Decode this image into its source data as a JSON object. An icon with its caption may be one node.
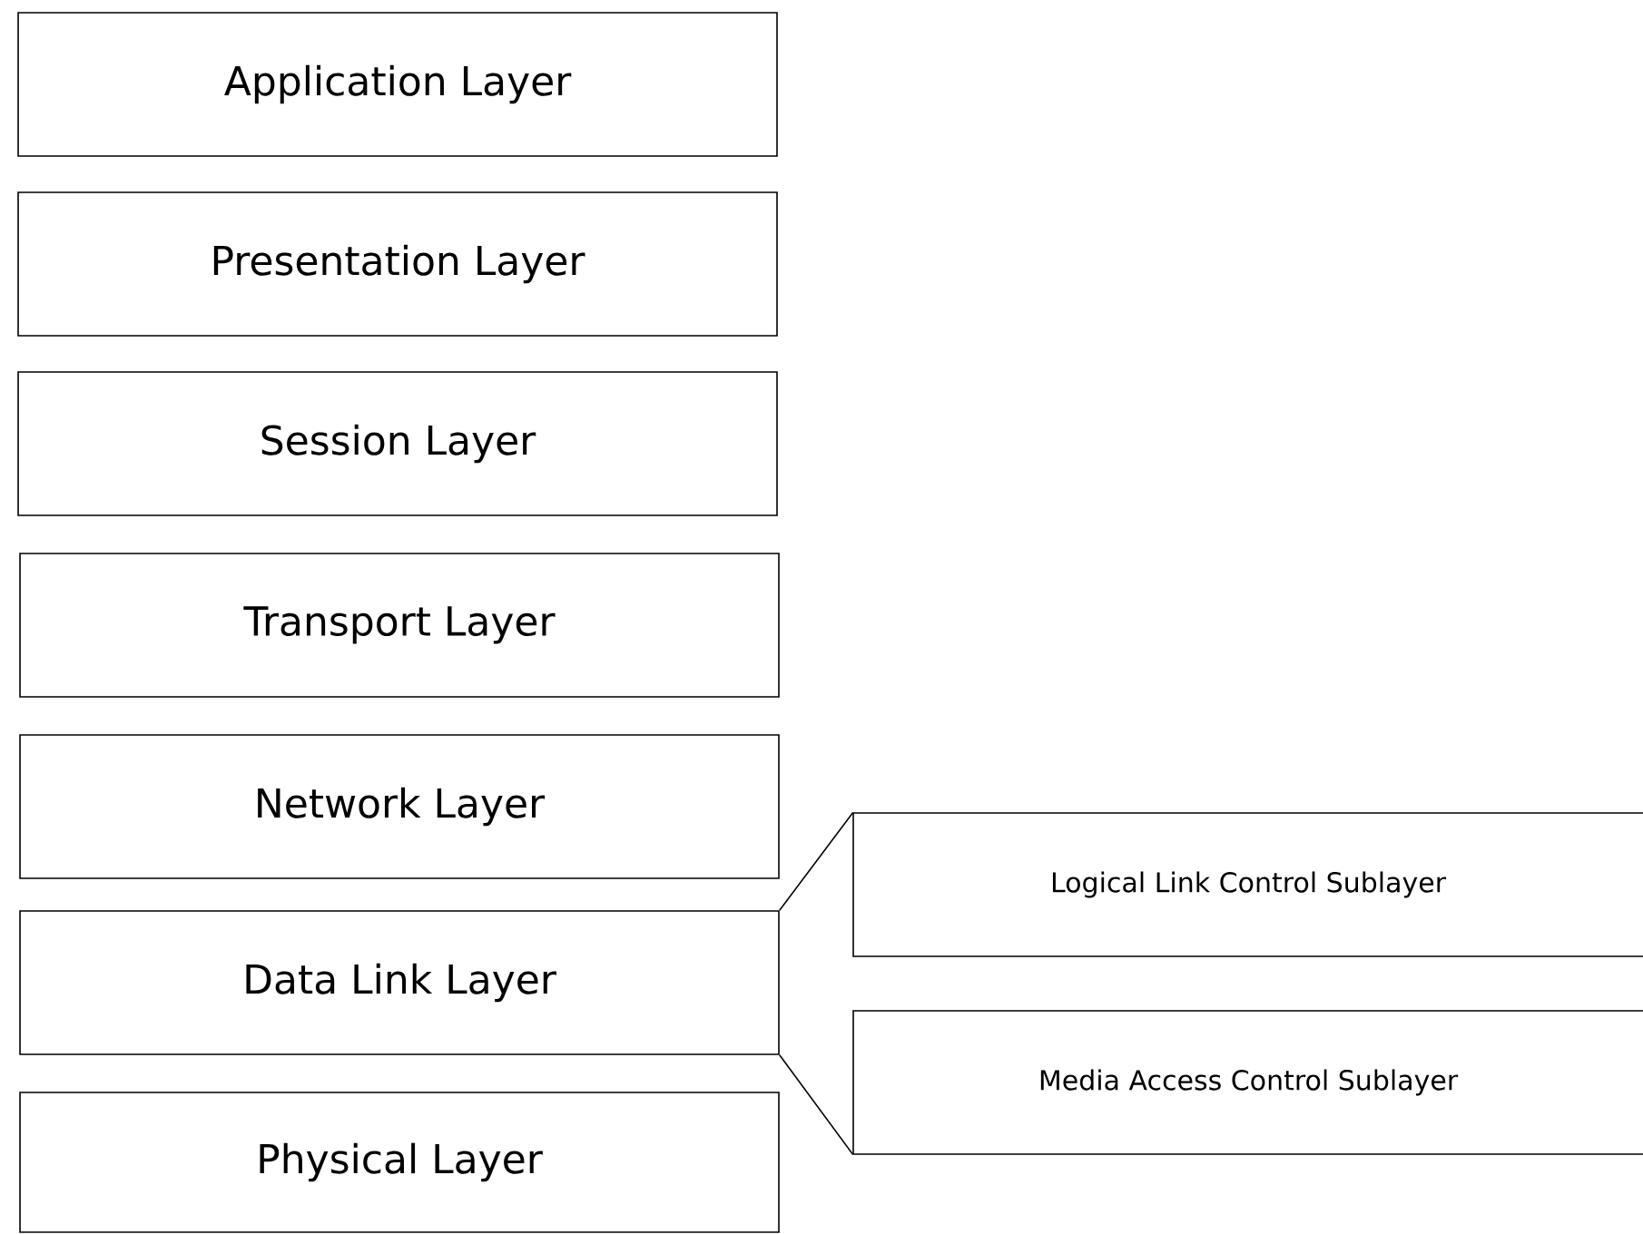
{
  "diagram": {
    "nodes": [
      {
        "text": [
          "Application Layer"
        ]
      },
      {
        "text": [
          "Presentation Layer"
        ]
      },
      {
        "text": [
          "Session Layer"
        ]
      },
      {
        "text": [
          "Transport Layer"
        ]
      },
      {
        "text": [
          "Network Layer"
        ]
      },
      {
        "text": [
          "Data Link Layer"
        ]
      },
      {
        "text": [
          "Physical Layer"
        ]
      },
      {
        "text": [
          "Logical Link Control Sublayer"
        ]
      },
      {
        "text": [
          "Media Access Control Sublayer"
        ]
      }
    ],
    "edges": [
      {
        "from": 5,
        "to": 7,
        "arrow": "none"
      },
      {
        "from": 5,
        "to": 8,
        "arrow": "none"
      }
    ]
  }
}
